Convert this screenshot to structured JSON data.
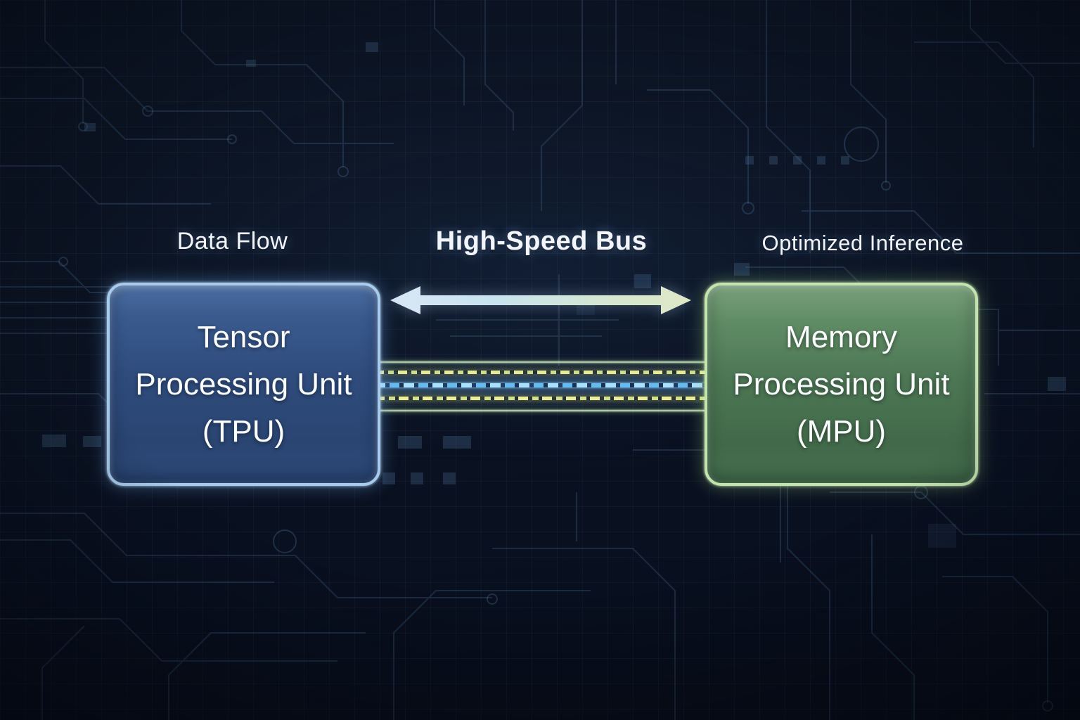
{
  "diagram": {
    "labels": {
      "data_flow": "Data Flow",
      "high_speed_bus": "High-Speed Bus",
      "optimized_inference": "Optimized Inference"
    },
    "tpu": {
      "lines": [
        "Tensor",
        "Processing Unit",
        "(TPU)"
      ],
      "fill": "#2f4c7d",
      "border": "#a6cbee"
    },
    "mpu": {
      "lines": [
        "Memory",
        "Processing Unit",
        "(MPU)"
      ],
      "fill": "#4c7654",
      "border": "#c3e4ad"
    },
    "bus": {
      "arrow_gradient": [
        "#d9e6f6",
        "#c8e4ef",
        "#d5e6d2",
        "#dfe8c6"
      ],
      "rail_color": "#d6f0c6",
      "dashed_yellow": "#eced96",
      "dashed_blue": "#62bcf2"
    },
    "background_color": "#0b1322",
    "trace_color": "#54779e"
  }
}
